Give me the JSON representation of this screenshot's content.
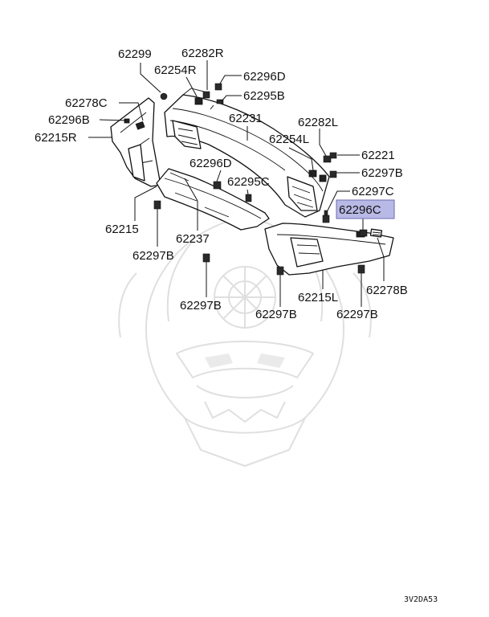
{
  "diagram": {
    "highlight_color": "#b9b9e6",
    "highlight_border": "#6a6ab0",
    "labels": [
      {
        "id": "l62299",
        "text": "62299"
      },
      {
        "id": "l62282R",
        "text": "62282R"
      },
      {
        "id": "l62254R",
        "text": "62254R"
      },
      {
        "id": "l62296D_top",
        "text": "62296D"
      },
      {
        "id": "l62278C",
        "text": "62278C"
      },
      {
        "id": "l62295B",
        "text": "62295B"
      },
      {
        "id": "l62296B",
        "text": "62296B"
      },
      {
        "id": "l62231",
        "text": "62231"
      },
      {
        "id": "l62282L",
        "text": "62282L"
      },
      {
        "id": "l62215R",
        "text": "62215R"
      },
      {
        "id": "l62254L",
        "text": "62254L"
      },
      {
        "id": "l62221",
        "text": "62221"
      },
      {
        "id": "l62296D_mid",
        "text": "62296D"
      },
      {
        "id": "l62297B_right",
        "text": "62297B"
      },
      {
        "id": "l62295C",
        "text": "62295C"
      },
      {
        "id": "l62297C",
        "text": "62297C"
      },
      {
        "id": "l62296C",
        "text": "62296C"
      },
      {
        "id": "l62215",
        "text": "62215"
      },
      {
        "id": "l62237",
        "text": "62237"
      },
      {
        "id": "l62297B_left",
        "text": "62297B"
      },
      {
        "id": "l62278B",
        "text": "62278B"
      },
      {
        "id": "l62215L",
        "text": "62215L"
      },
      {
        "id": "l62297B_bl",
        "text": "62297B"
      },
      {
        "id": "l62297B_bm",
        "text": "62297B"
      },
      {
        "id": "l62297B_br",
        "text": "62297B"
      }
    ],
    "code": "3V2DA53"
  }
}
